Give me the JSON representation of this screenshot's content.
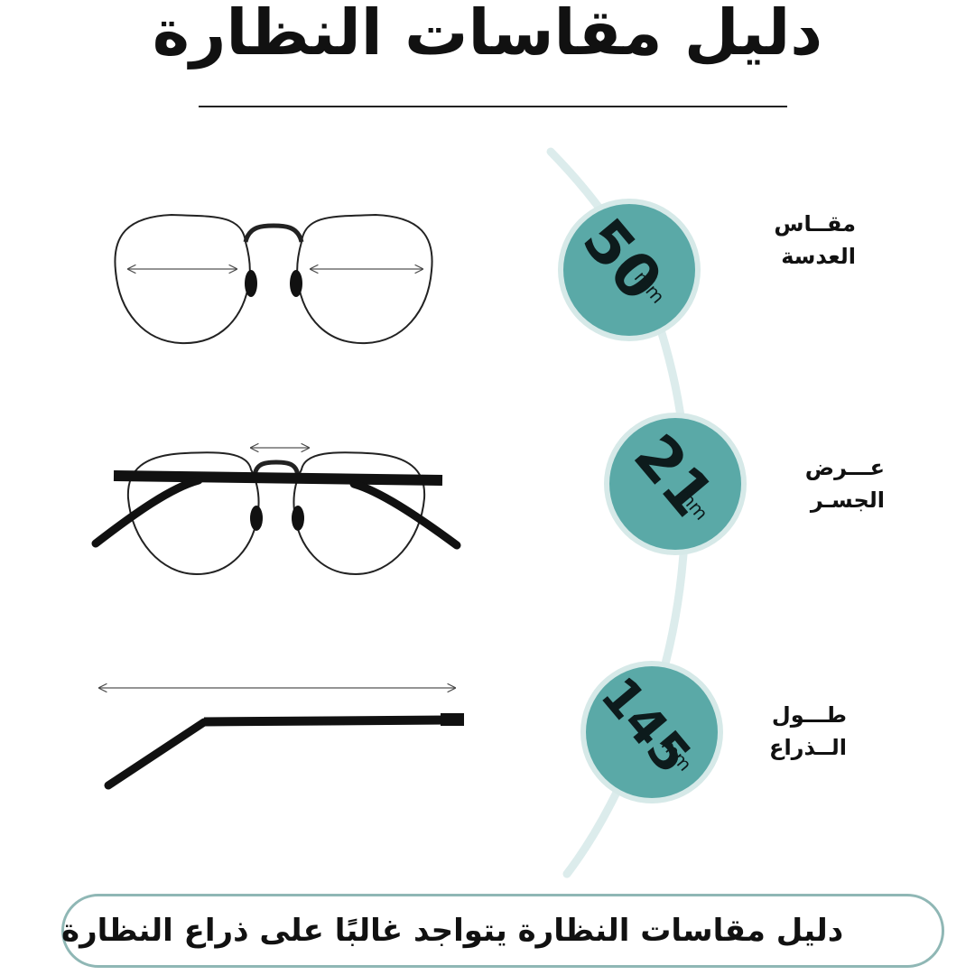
{
  "header": {
    "title": "دليل مقاسات النظارة"
  },
  "measurements": [
    {
      "label_line1": "مقــاس",
      "label_line2": "العدسة",
      "value": "50",
      "unit": "mm"
    },
    {
      "label_line1": "عـــرض",
      "label_line2": "الجسـر",
      "value": "21",
      "unit": "mm"
    },
    {
      "label_line1": "طـــول",
      "label_line2": "الــذراع",
      "value": "145",
      "unit": "mm"
    }
  ],
  "footer": {
    "text": "دليل مقاسات النظارة يتواجد غالبًا على ذراع النظارة"
  },
  "colors": {
    "badge_fill": "#5aa9a7",
    "badge_ring": "#d6e9e8",
    "arc": "#dcecec",
    "ink": "#111111"
  }
}
